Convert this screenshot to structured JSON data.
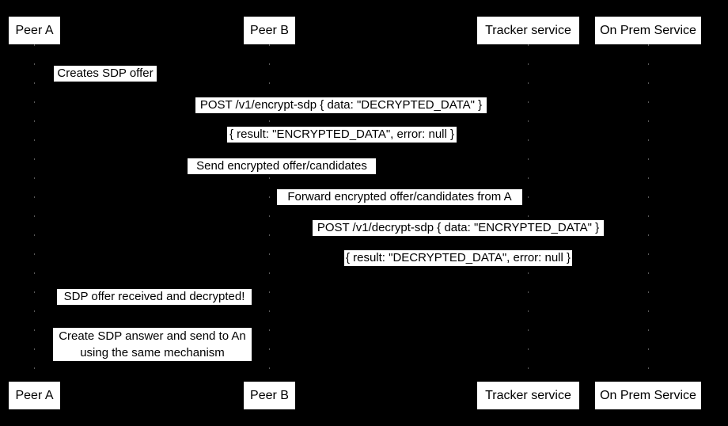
{
  "diagram": {
    "type": "sequence-diagram",
    "colors": {
      "background": "#000000",
      "label_background": "#ffffff",
      "label_text": "#000000",
      "lifeline_dash": "#5a5a5a"
    },
    "actors": [
      {
        "label": "Peer A"
      },
      {
        "label": "Peer B"
      },
      {
        "label": "Tracker service"
      },
      {
        "label": "On Prem Service"
      }
    ],
    "messages": [
      {
        "label": "Creates SDP offer"
      },
      {
        "label": "POST /v1/encrypt-sdp { data: \"DECRYPTED_DATA\" }"
      },
      {
        "label": "{ result: \"ENCRYPTED_DATA\", error: null }"
      },
      {
        "label": "Send encrypted offer/candidates"
      },
      {
        "label": "Forward encrypted offer/candidates from A"
      },
      {
        "label": "POST /v1/decrypt-sdp { data: \"ENCRYPTED_DATA\" }"
      },
      {
        "label": "{ result: \"DECRYPTED_DATA\", error: null }"
      },
      {
        "label": "SDP offer received and decrypted!"
      },
      {
        "label": "Create SDP answer and send to An using the same mechanism"
      }
    ]
  }
}
